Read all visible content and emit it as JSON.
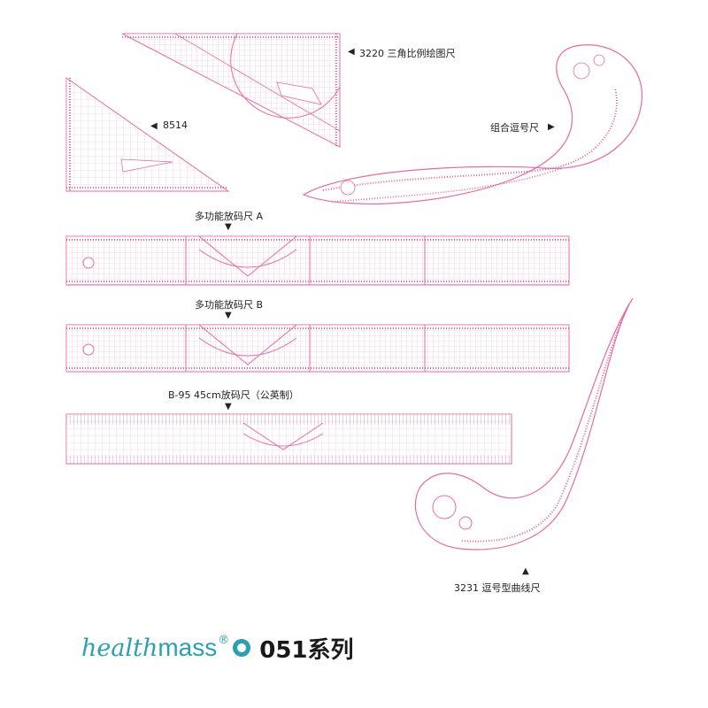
{
  "labels": {
    "triangle_3220": "3220 三角比例绘图尺",
    "triangle_8514": "8514",
    "french_curve_set": "组合逗号尺",
    "ruler_a": "多功能放码尺 A",
    "ruler_b": "多功能放码尺 B",
    "ruler_b95": "B-95 45cm放码尺（公英制）",
    "curve_3231": "3231 逗号型曲线尺"
  },
  "brand": {
    "health": "health",
    "mass": "mass",
    "registered": "®",
    "series": "051系列"
  },
  "colors": {
    "ruler_pink": "#f4a8c8",
    "ruler_line": "#e0609a",
    "brand_teal": "#2aa0b2",
    "arrow": "#222222"
  }
}
